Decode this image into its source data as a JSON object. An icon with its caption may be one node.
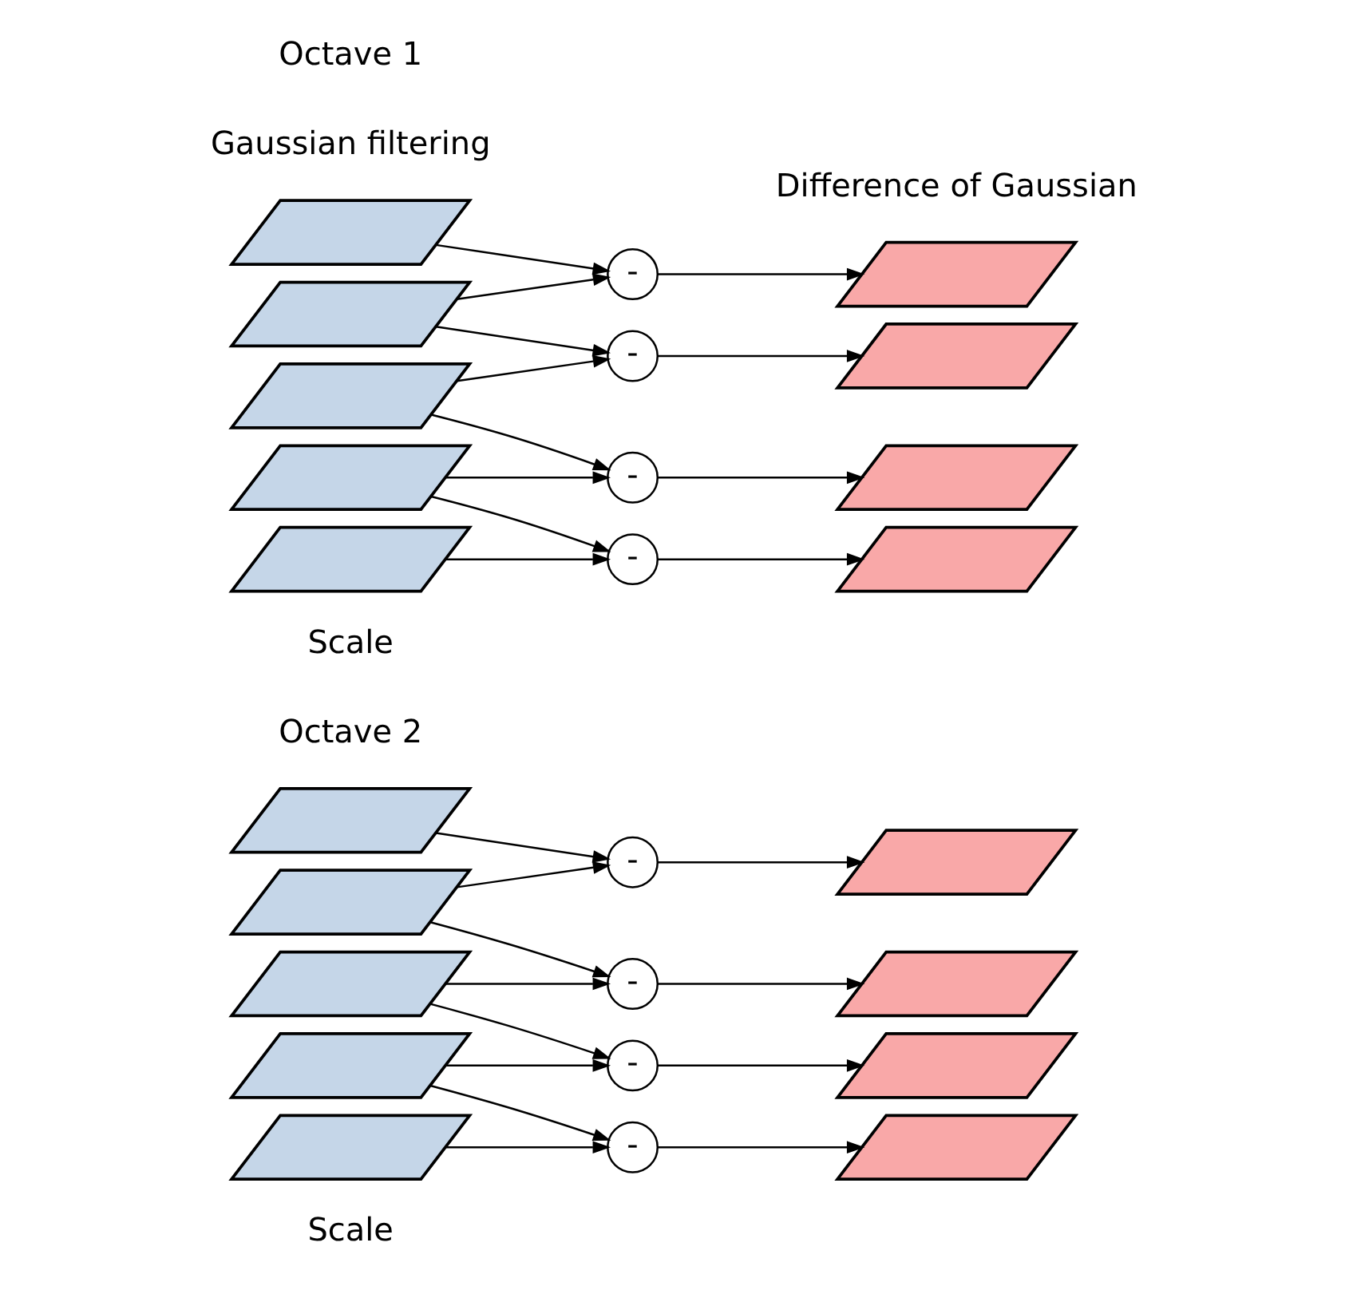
{
  "diagram": {
    "nodes": [
      {
        "text": [],
        "shape": "parallelogram"
      },
      {
        "text": [],
        "shape": "parallelogram"
      },
      {
        "text": [],
        "shape": "parallelogram"
      },
      {
        "text": [],
        "shape": "parallelogram"
      },
      {
        "text": [],
        "shape": "parallelogram"
      },
      {
        "text": [
          "-"
        ]
      },
      {
        "text": [
          "-"
        ]
      },
      {
        "text": [
          "-"
        ]
      },
      {
        "text": [
          "-"
        ]
      },
      {
        "text": [],
        "shape": "parallelogram"
      },
      {
        "text": [],
        "shape": "parallelogram"
      },
      {
        "text": [],
        "shape": "parallelogram"
      },
      {
        "text": [],
        "shape": "parallelogram"
      },
      {
        "text": [],
        "shape": "parallelogram"
      },
      {
        "text": [],
        "shape": "parallelogram"
      },
      {
        "text": [],
        "shape": "parallelogram"
      },
      {
        "text": [],
        "shape": "parallelogram"
      },
      {
        "text": [],
        "shape": "parallelogram"
      },
      {
        "text": [
          "-"
        ]
      },
      {
        "text": [
          "-"
        ]
      },
      {
        "text": [
          "-"
        ]
      },
      {
        "text": [
          "-"
        ]
      },
      {
        "text": [],
        "shape": "parallelogram"
      },
      {
        "text": [],
        "shape": "parallelogram"
      },
      {
        "text": [],
        "shape": "parallelogram"
      },
      {
        "text": [],
        "shape": "parallelogram"
      }
    ],
    "edges": [
      {
        "from": 0,
        "to": 5,
        "arrow": "to"
      },
      {
        "from": 1,
        "to": 5,
        "arrow": "to"
      },
      {
        "from": 1,
        "to": 6,
        "arrow": "to"
      },
      {
        "from": 2,
        "to": 6,
        "arrow": "to"
      },
      {
        "from": 2,
        "to": 7,
        "arrow": "to"
      },
      {
        "from": 3,
        "to": 7,
        "arrow": "to"
      },
      {
        "from": 3,
        "to": 8,
        "arrow": "to"
      },
      {
        "from": 4,
        "to": 8,
        "arrow": "to"
      },
      {
        "from": 5,
        "to": 9,
        "arrow": "to"
      },
      {
        "from": 6,
        "to": 10,
        "arrow": "to"
      },
      {
        "from": 7,
        "to": 11,
        "arrow": "to"
      },
      {
        "from": 8,
        "to": 12,
        "arrow": "to"
      },
      {
        "from": 13,
        "to": 18,
        "arrow": "to"
      },
      {
        "from": 14,
        "to": 18,
        "arrow": "to"
      },
      {
        "from": 14,
        "to": 19,
        "arrow": "to"
      },
      {
        "from": 15,
        "to": 19,
        "arrow": "to"
      },
      {
        "from": 15,
        "to": 20,
        "arrow": "to"
      },
      {
        "from": 16,
        "to": 20,
        "arrow": "to"
      },
      {
        "from": 16,
        "to": 21,
        "arrow": "to"
      },
      {
        "from": 17,
        "to": 21,
        "arrow": "to"
      },
      {
        "from": 18,
        "to": 22,
        "arrow": "to"
      },
      {
        "from": 19,
        "to": 23,
        "arrow": "to"
      },
      {
        "from": 20,
        "to": 24,
        "arrow": "to"
      },
      {
        "from": 21,
        "to": 25,
        "arrow": "to"
      }
    ],
    "labels": [
      "Scale",
      "Octave 2",
      "Scale",
      "Difference of Gaussian",
      "Gaussian filtering",
      "Octave 1"
    ]
  }
}
